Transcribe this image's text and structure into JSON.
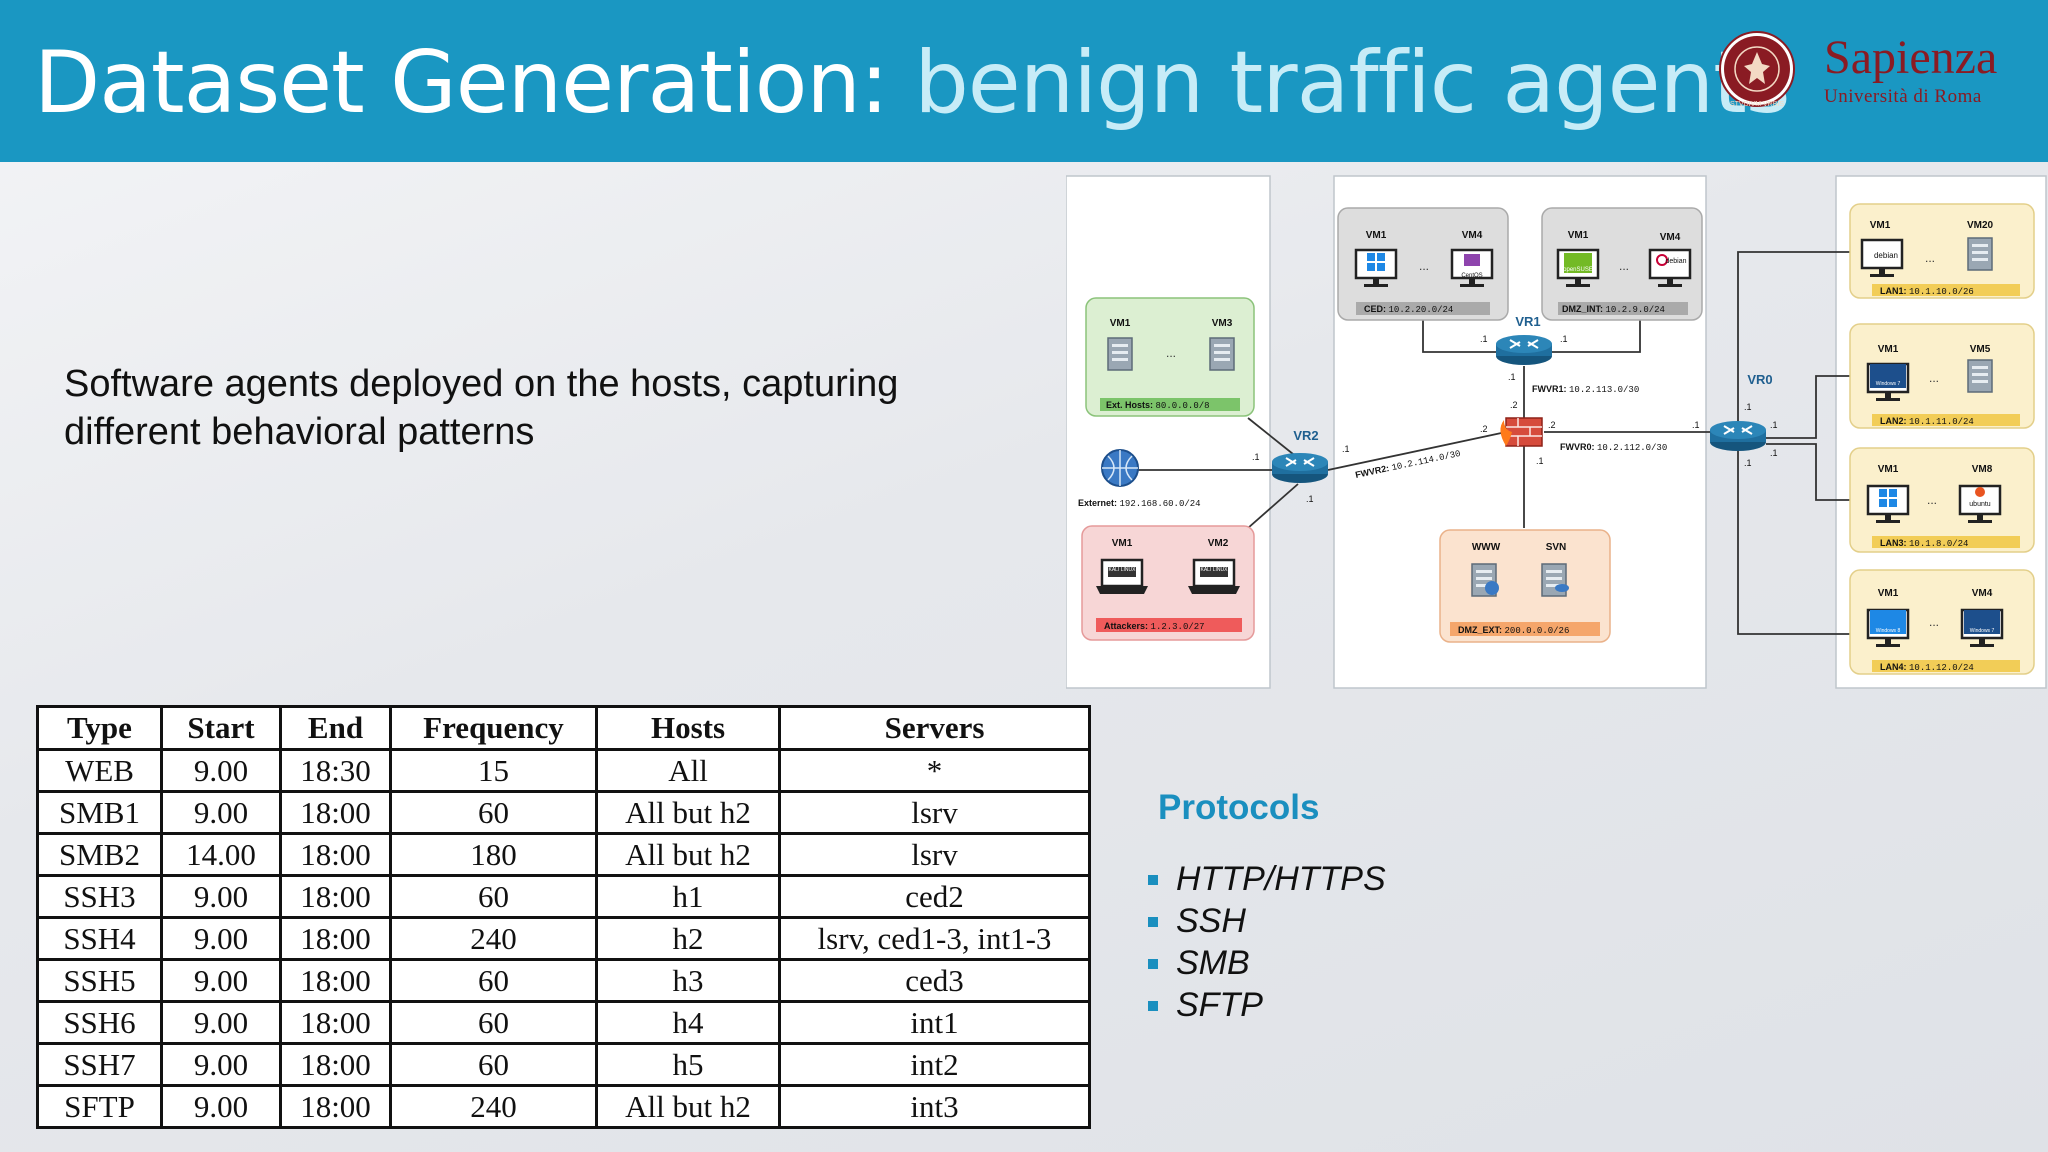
{
  "header": {
    "title_part1": "Dataset Generation:",
    "title_part2": "benign traffic agents",
    "logo": {
      "name": "Sapienza",
      "subtitle": "Università di Roma",
      "seal_text": "STVDIVM VRBIS",
      "color": "#8a1b23"
    },
    "background_color": "#1a97c2"
  },
  "subtitle": "Software agents deployed on the hosts, capturing different behavioral patterns",
  "schedule_table": {
    "columns": [
      "Type",
      "Start",
      "End",
      "Frequency",
      "Hosts",
      "Servers"
    ],
    "rows": [
      [
        "WEB",
        "9.00",
        "18:30",
        "15",
        "All",
        "*"
      ],
      [
        "SMB1",
        "9.00",
        "18:00",
        "60",
        "All but h2",
        "lsrv"
      ],
      [
        "SMB2",
        "14.00",
        "18:00",
        "180",
        "All but h2",
        "lsrv"
      ],
      [
        "SSH3",
        "9.00",
        "18:00",
        "60",
        "h1",
        "ced2"
      ],
      [
        "SSH4",
        "9.00",
        "18:00",
        "240",
        "h2",
        "lsrv, ced1-3, int1-3"
      ],
      [
        "SSH5",
        "9.00",
        "18:00",
        "60",
        "h3",
        "ced3"
      ],
      [
        "SSH6",
        "9.00",
        "18:00",
        "60",
        "h4",
        "int1"
      ],
      [
        "SSH7",
        "9.00",
        "18:00",
        "60",
        "h5",
        "int2"
      ],
      [
        "SFTP",
        "9.00",
        "18:00",
        "240",
        "All but h2",
        "int3"
      ]
    ]
  },
  "protocols": {
    "title": "Protocols",
    "items": [
      "HTTP/HTTPS",
      "SSH",
      "SMB",
      "SFTP"
    ],
    "accent_color": "#1a8fbf"
  },
  "diagram": {
    "routers": {
      "vr0": "VR0",
      "vr1": "VR1",
      "vr2": "VR2"
    },
    "links": {
      "fwvr1": "FWVR1:",
      "fwvr1_net": "10.2.113.0/30",
      "fwvr0": "FWVR0:",
      "fwvr0_net": "10.2.112.0/30",
      "fwvr2": "FWVR2:",
      "fwvr2_net": "10.2.114.0/30"
    },
    "ip_suffixes": {
      "dot1": ".1",
      "dot2": ".2"
    },
    "ced": {
      "vm_a": "VM1",
      "vm_b": "VM4",
      "label": "CED:",
      "net": "10.2.20.0/24",
      "os_b": "CentOS"
    },
    "dmz_int": {
      "vm_a": "VM1",
      "vm_b": "VM4",
      "label": "DMZ_INT:",
      "net": "10.2.9.0/24",
      "os_a": "openSUSE",
      "os_b": "debian"
    },
    "ext_hosts": {
      "vm_a": "VM1",
      "vm_b": "VM3",
      "label": "Ext. Hosts:",
      "net": "80.0.0.0/8"
    },
    "externet": {
      "label": "Externet:",
      "net": "192.168.60.0/24"
    },
    "attackers": {
      "vm_a": "VM1",
      "vm_b": "VM2",
      "label": "Attackers:",
      "net": "1.2.3.0/27",
      "os": "KALI LINUX"
    },
    "dmz_ext": {
      "srv_a": "WWW",
      "srv_b": "SVN",
      "label": "DMZ_EXT:",
      "net": "200.0.0.0/26"
    },
    "lan1": {
      "vm_a": "VM1",
      "vm_b": "VM20",
      "label": "LAN1:",
      "net": "10.1.10.0/26",
      "os_a": "debian"
    },
    "lan2": {
      "vm_a": "VM1",
      "vm_b": "VM5",
      "label": "LAN2:",
      "net": "10.1.11.0/24",
      "os_a": "Windows 7"
    },
    "lan3": {
      "vm_a": "VM1",
      "vm_b": "VM8",
      "label": "LAN3:",
      "net": "10.1.8.0/24",
      "os_b": "ubuntu"
    },
    "lan4": {
      "vm_a": "VM1",
      "vm_b": "VM4",
      "label": "LAN4:",
      "net": "10.1.12.0/24",
      "os_a": "Windows 8",
      "os_b": "Windows 7"
    },
    "ellipsis": "...",
    "colors": {
      "router": "#1f6f9f",
      "firewall": "#c0392b",
      "green_box": "#dcefd2",
      "red_box": "#f7d6d6",
      "gray_box": "#dddddd",
      "orange_box": "#fbe3cf",
      "yellow_box": "#fbf0cc"
    }
  }
}
